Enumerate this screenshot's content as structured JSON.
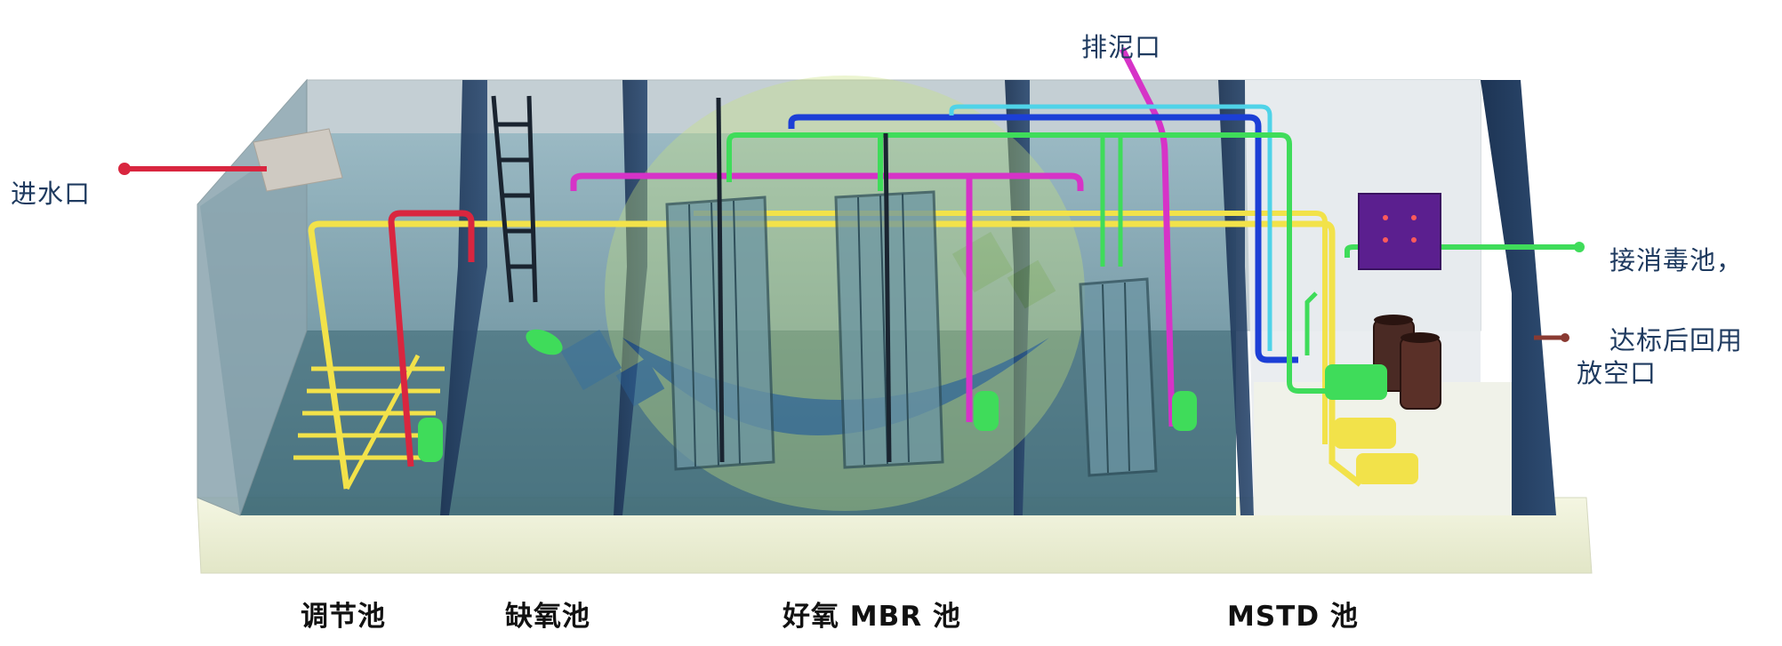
{
  "labels": {
    "inlet": "进水口",
    "sludge_outlet": "排泥口",
    "to_disinfection": "接消毒池，",
    "reuse": "达标后回用",
    "drain": "放空口"
  },
  "tanks": {
    "regulating": "调节池",
    "anoxic": "缺氧池",
    "aerobic_mbr": "好氧  MBR  池",
    "mstd": "MSTD 池"
  },
  "colors": {
    "water": "#5f8fa0",
    "wall": "#d9dde0",
    "yellow_pipe": "#f2e24a",
    "red_pipe": "#d9263f",
    "magenta_pipe": "#d633c7",
    "green_pipe": "#3fdc5a",
    "blue_pipe": "#1c3fd6",
    "cyan_pipe": "#4fd3e8",
    "control_box": "#5b1f8f",
    "label_text": "#1e3a5f"
  }
}
